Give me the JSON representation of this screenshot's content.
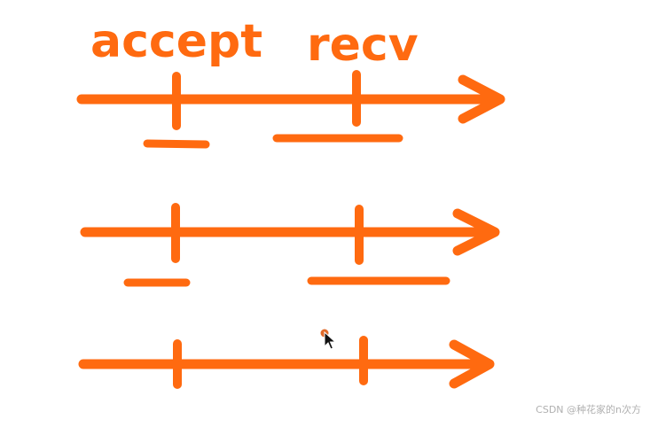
{
  "labels": {
    "accept": "accept",
    "recv": "recv"
  },
  "watermark": "CSDN @种花家的n次方",
  "colors": {
    "stroke": "#ff6a10",
    "background": "#ffffff",
    "watermark": "#b0b0b0"
  },
  "icons": {
    "cursor": "mouse-pointer-icon",
    "cursor_dot": "click-dot-icon"
  }
}
